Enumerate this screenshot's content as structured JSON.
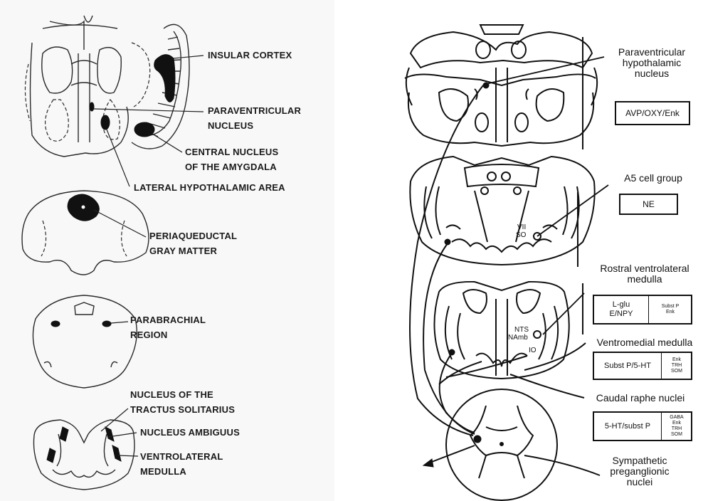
{
  "left": {
    "labels": [
      "INSULAR CORTEX",
      "PARAVENTRICULAR",
      "NUCLEUS",
      "CENTRAL NUCLEUS",
      "OF THE AMYGDALA",
      "LATERAL HYPOTHALAMIC AREA",
      "PERIAQUEDUCTAL",
      "GRAY MATTER",
      "PARABRACHIAL",
      "REGION",
      "NUCLEUS OF THE",
      "TRACTUS SOLITARIUS",
      "NUCLEUS AMBIGUUS",
      "VENTROLATERAL",
      "MEDULLA"
    ]
  },
  "right": {
    "pvn": {
      "lines": [
        "Paraventricular",
        "hypothalamic",
        "nucleus"
      ],
      "box": "AVP/OXY/Enk"
    },
    "a5": {
      "label": "A5 cell group",
      "box": "NE"
    },
    "rvlm": {
      "lines": [
        "Rostral ventrolateral",
        "medulla"
      ],
      "main": [
        "L-glu",
        "E/NPY"
      ],
      "side": [
        "Subst P",
        "Enk"
      ]
    },
    "vmm": {
      "label": "Ventromedial medulla",
      "main": "Subst P/5-HT",
      "side": [
        "Enk",
        "TRH",
        "SOM"
      ]
    },
    "crn": {
      "label": "Caudal raphe nuclei",
      "main": "5-HT/subst P",
      "side": [
        "GABA",
        "Enk",
        "TRH",
        "SOM"
      ]
    },
    "spn": {
      "lines": [
        "Sympathetic",
        "preganglionic",
        "nuclei"
      ]
    },
    "tiny": {
      "vii": "VII",
      "so": "SO",
      "nts": "NTS",
      "namb": "NAmb",
      "io": "IO"
    }
  }
}
